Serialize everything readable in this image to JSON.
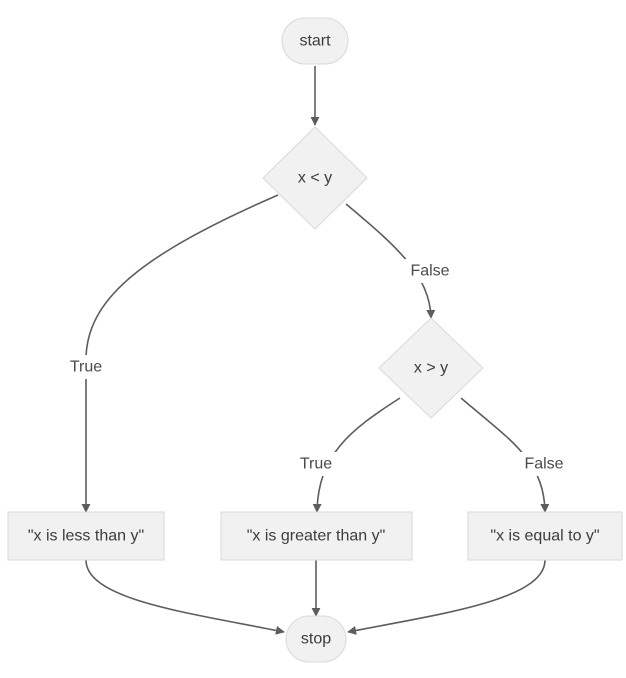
{
  "flowchart": {
    "nodes": {
      "start": "start",
      "decision_less": "x < y",
      "decision_greater": "x > y",
      "print_less": "\"x is less than y\"",
      "print_greater": "\"x is greater than y\"",
      "print_equal": "\"x is equal to y\"",
      "stop": "stop"
    },
    "edge_labels": {
      "less_true": "True",
      "less_false": "False",
      "greater_true": "True",
      "greater_false": "False"
    },
    "colors": {
      "node_fill": "#f1f1f1",
      "node_border": "#d9d9d9",
      "edge": "#5d5d5d",
      "text": "#3c3c3c"
    }
  }
}
